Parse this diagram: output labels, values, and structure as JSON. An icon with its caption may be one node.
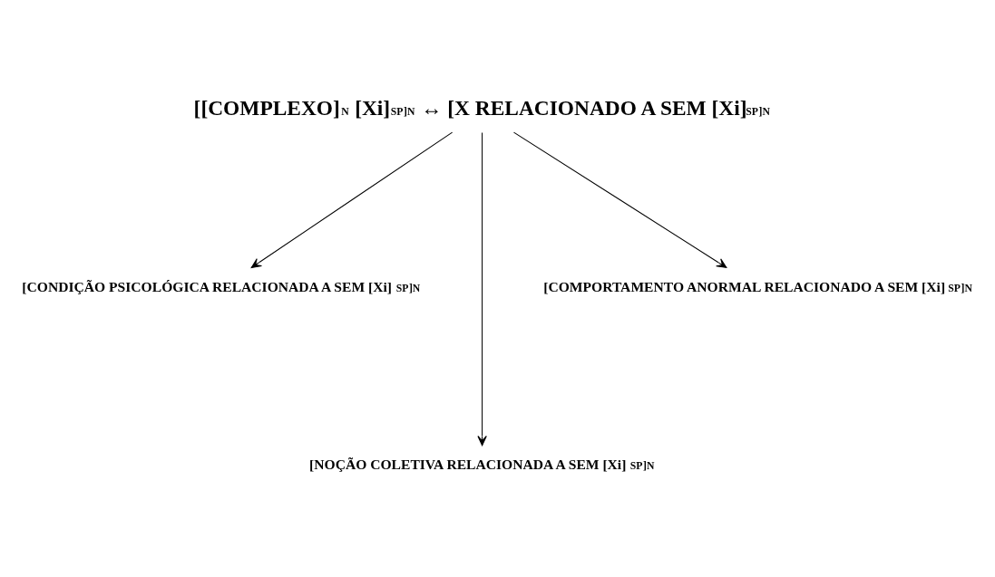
{
  "diagram": {
    "nodes": [
      {
        "text": [
          "[[COMPLEXO]$_{N}$ [Xi]$_{SP}$]$_{N}$ ↔ [X RELACIONADO A SEM [Xi]$_{SP}$]$_{N}$"
        ]
      },
      {
        "text": [
          "[CONDIÇÃO PSICOLÓGICA RELACIONADA A SEM [Xi]$_{SP}$]$_{N}$"
        ]
      },
      {
        "text": [
          "[COMPORTAMENTO ANORMAL RELACIONADO A SEM [Xi]$_{SP}$]$_{N}$"
        ]
      },
      {
        "text": [
          "[NOÇÃO COLETIVA RELACIONADA A SEM [Xi]$_{SP}$]$_{N}$"
        ]
      }
    ],
    "edges": [
      {
        "from": 0,
        "to": 1,
        "arrow": "to"
      },
      {
        "from": 0,
        "to": 3,
        "arrow": "to"
      },
      {
        "from": 0,
        "to": 2,
        "arrow": "to"
      }
    ]
  }
}
